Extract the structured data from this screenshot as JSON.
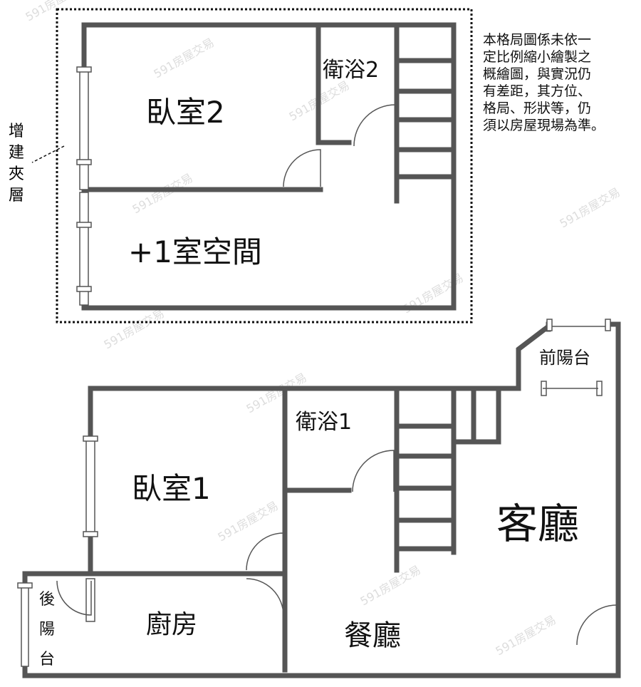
{
  "watermark": "591房屋交易",
  "upper_floor": {
    "annotation": [
      "增",
      "建",
      "夾",
      "層"
    ],
    "rooms": {
      "bedroom2": "臥室2",
      "bathroom2": "衛浴2",
      "plus1_room": "+1室空間"
    }
  },
  "lower_floor": {
    "rooms": {
      "bathroom1": "衛浴1",
      "bedroom1": "臥室1",
      "living_room": "客廳",
      "front_balcony": "前陽台",
      "back_balcony": [
        "後",
        "陽",
        "台"
      ],
      "kitchen": "廚房",
      "dining_room": "餐廳"
    }
  },
  "disclaimer": [
    "本格局圖係未依一",
    "定比例縮小繪製之",
    "概繪圖，與實況仍",
    "有差距，其方位、",
    "格局、形狀等，仍",
    "須以房屋現場為準。"
  ]
}
